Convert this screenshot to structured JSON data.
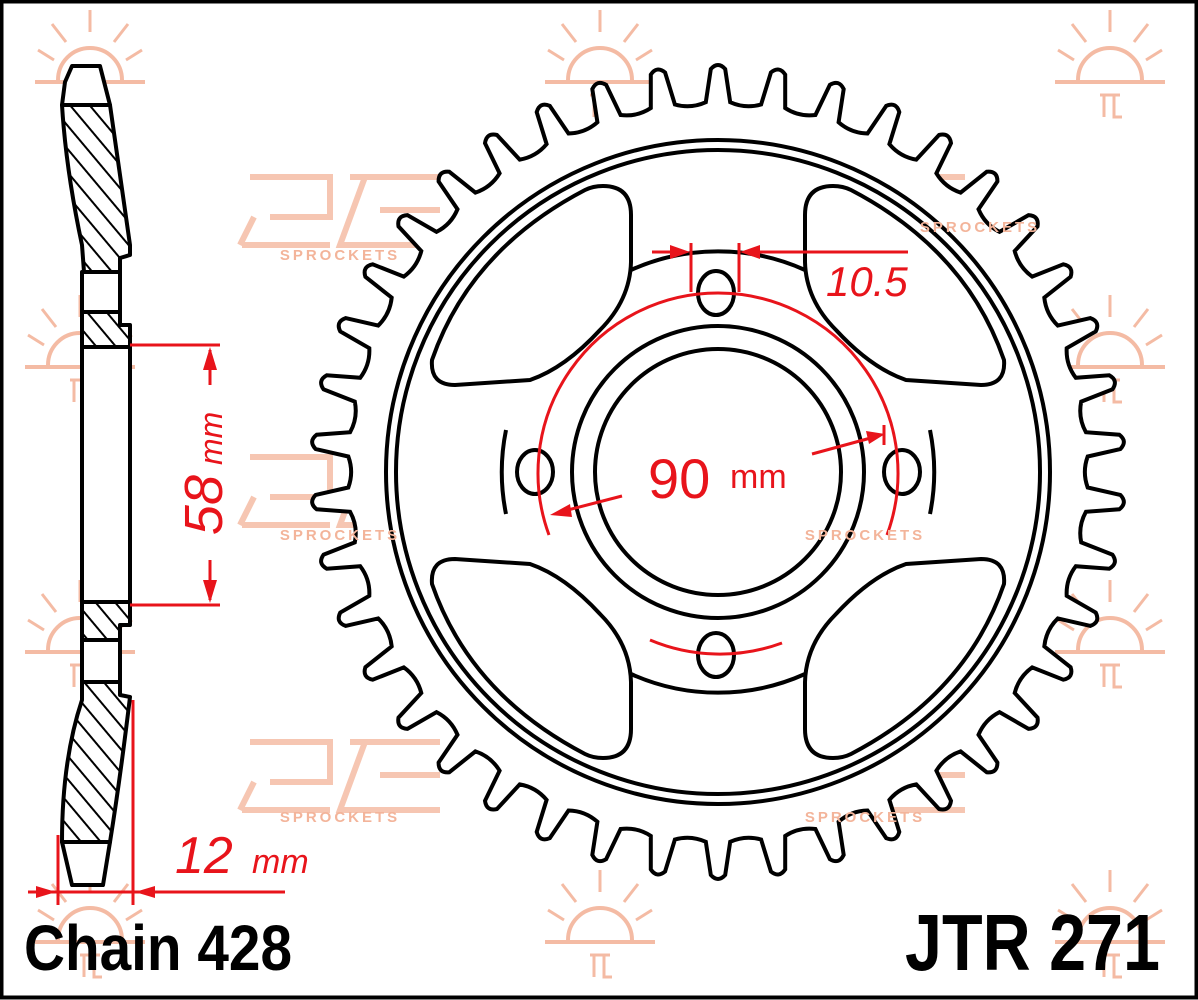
{
  "diagram": {
    "part_number": "JTR 271",
    "chain_label": "Chain 428",
    "dimensions": {
      "hub_width_value": "58",
      "hub_width_unit": "mm",
      "thickness_value": "12",
      "thickness_unit": "mm",
      "pcd_value": "90",
      "pcd_unit": "mm",
      "bolt_hole_value": "10.5"
    },
    "watermark": {
      "brand_text": "JT",
      "sub_text": "SPROCKETS"
    },
    "colors": {
      "outline": "#000000",
      "dimension": "#e8141b",
      "watermark": "#f3b49a"
    }
  }
}
